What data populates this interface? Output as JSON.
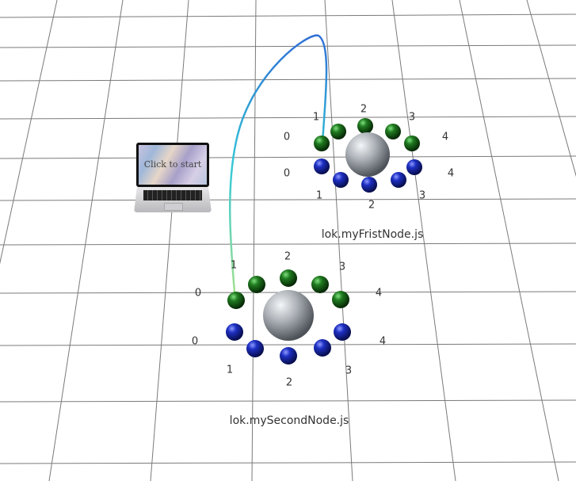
{
  "laptop": {
    "screen_text": "Click to start"
  },
  "nodes": [
    {
      "title": "lok.myFristNode.js",
      "top_labels": [
        "0",
        "1",
        "2",
        "3",
        "4"
      ],
      "bottom_labels": [
        "0",
        "1",
        "2",
        "3",
        "4"
      ]
    },
    {
      "title": "lok.mySecondNode.js",
      "top_labels": [
        "0",
        "1",
        "2",
        "3",
        "4"
      ],
      "bottom_labels": [
        "0",
        "1",
        "2",
        "3",
        "4"
      ]
    }
  ],
  "colors": {
    "background": "#ffffff",
    "grid": "#7a7a7a",
    "green_port": "#1f6b1f",
    "blue_port": "#1c2fb5",
    "core": "#a8adb3",
    "cable_start": "#2f6fd6",
    "cable_mid": "#2fc4d8",
    "cable_end": "#9be08a"
  }
}
